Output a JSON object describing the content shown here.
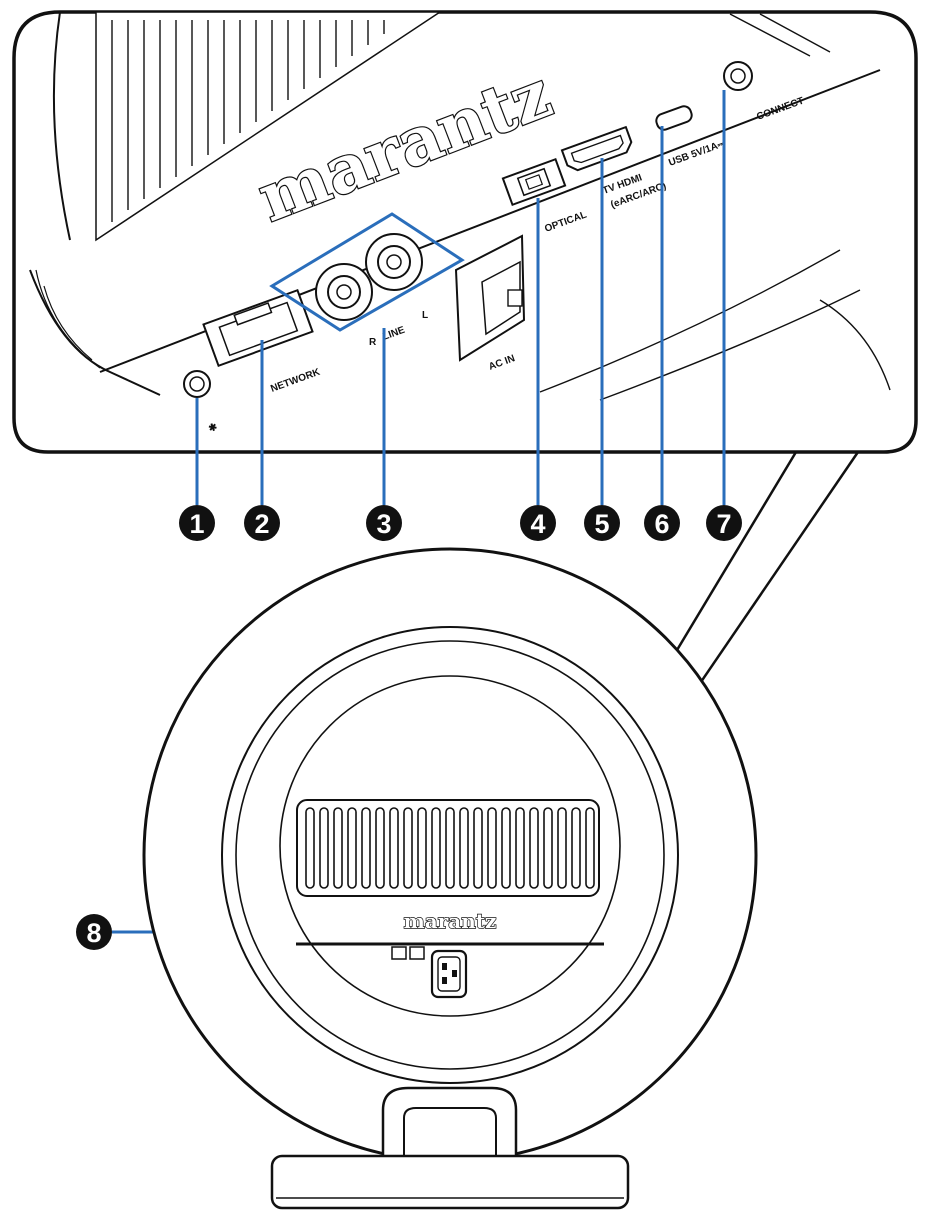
{
  "brand": "marantz",
  "colors": {
    "leader": "#2a6ebb",
    "ink": "#111111",
    "badge": "#111111"
  },
  "panel_labels": {
    "bluetooth": "✱",
    "network": "NETWORK",
    "line_r": "R",
    "line": "LINE",
    "line_l": "L",
    "ac_in": "AC IN",
    "optical": "OPTICAL",
    "hdmi_line1": "TV HDMI",
    "hdmi_line2": "(eARC/ARC)",
    "usb": "USB  5V/1A⎓",
    "connect": "CONNECT"
  },
  "callouts": [
    {
      "number": "1",
      "icon": "bluetooth-button"
    },
    {
      "number": "2",
      "icon": "network-port"
    },
    {
      "number": "3",
      "icon": "line-in-jacks"
    },
    {
      "number": "4",
      "icon": "optical-input"
    },
    {
      "number": "5",
      "icon": "hdmi-port"
    },
    {
      "number": "6",
      "icon": "usb-port"
    },
    {
      "number": "7",
      "icon": "connect-button"
    },
    {
      "number": "8",
      "icon": "ac-inlet"
    }
  ]
}
